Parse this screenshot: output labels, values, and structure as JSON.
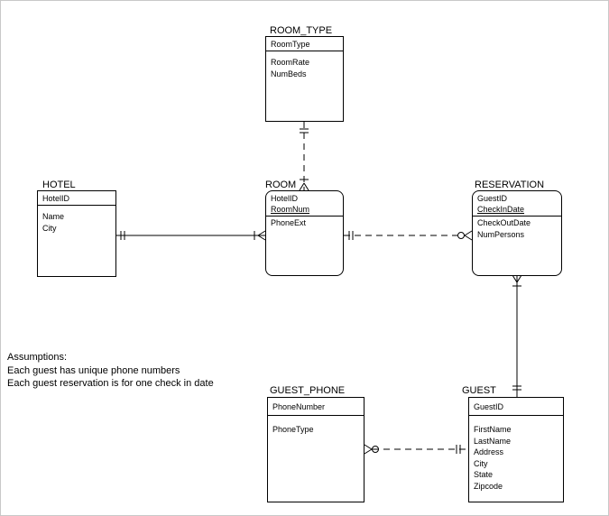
{
  "entities": {
    "room_type": {
      "title": "ROOM_TYPE",
      "pk": [
        "RoomType"
      ],
      "attrs": [
        "RoomRate",
        "NumBeds"
      ]
    },
    "hotel": {
      "title": "HOTEL",
      "pk": [
        "HotelID"
      ],
      "attrs": [
        "Name",
        "City"
      ]
    },
    "room": {
      "title": "ROOM",
      "pk": [
        "HotelID",
        "RoomNum"
      ],
      "attrs": [
        "PhoneExt"
      ]
    },
    "reservation": {
      "title": "RESERVATION",
      "pk": [
        "GuestID",
        "CheckInDate"
      ],
      "attrs": [
        "CheckOutDate",
        "NumPersons"
      ]
    },
    "guest_phone": {
      "title": "GUEST_PHONE",
      "pk": [
        "PhoneNumber"
      ],
      "attrs": [
        "PhoneType"
      ]
    },
    "guest": {
      "title": "GUEST",
      "pk": [
        "GuestID"
      ],
      "attrs": [
        "FirstName",
        "LastName",
        "Address",
        "City",
        "State",
        "Zipcode"
      ]
    }
  },
  "assumptions": {
    "heading": "Assumptions:",
    "line1": "Each guest has unique phone numbers",
    "line2": "Each guest reservation is for one check in date"
  },
  "relationships": [
    {
      "from": "room_type",
      "to": "room",
      "line": "dashed",
      "from_end": "one-and-only-one",
      "to_end": "many"
    },
    {
      "from": "hotel",
      "to": "room",
      "line": "solid",
      "from_end": "one-and-only-one",
      "to_end": "many"
    },
    {
      "from": "room",
      "to": "reservation",
      "line": "dashed",
      "from_end": "one-and-only-one",
      "to_end": "zero-or-many"
    },
    {
      "from": "guest",
      "to": "reservation",
      "line": "solid",
      "from_end": "one-and-only-one",
      "to_end": "many"
    },
    {
      "from": "guest",
      "to": "guest_phone",
      "line": "dashed",
      "from_end": "one-and-only-one",
      "to_end": "zero-or-many"
    }
  ],
  "colors": {
    "line": "#000000",
    "frame": "#c8c8c8",
    "background": "#ffffff"
  }
}
